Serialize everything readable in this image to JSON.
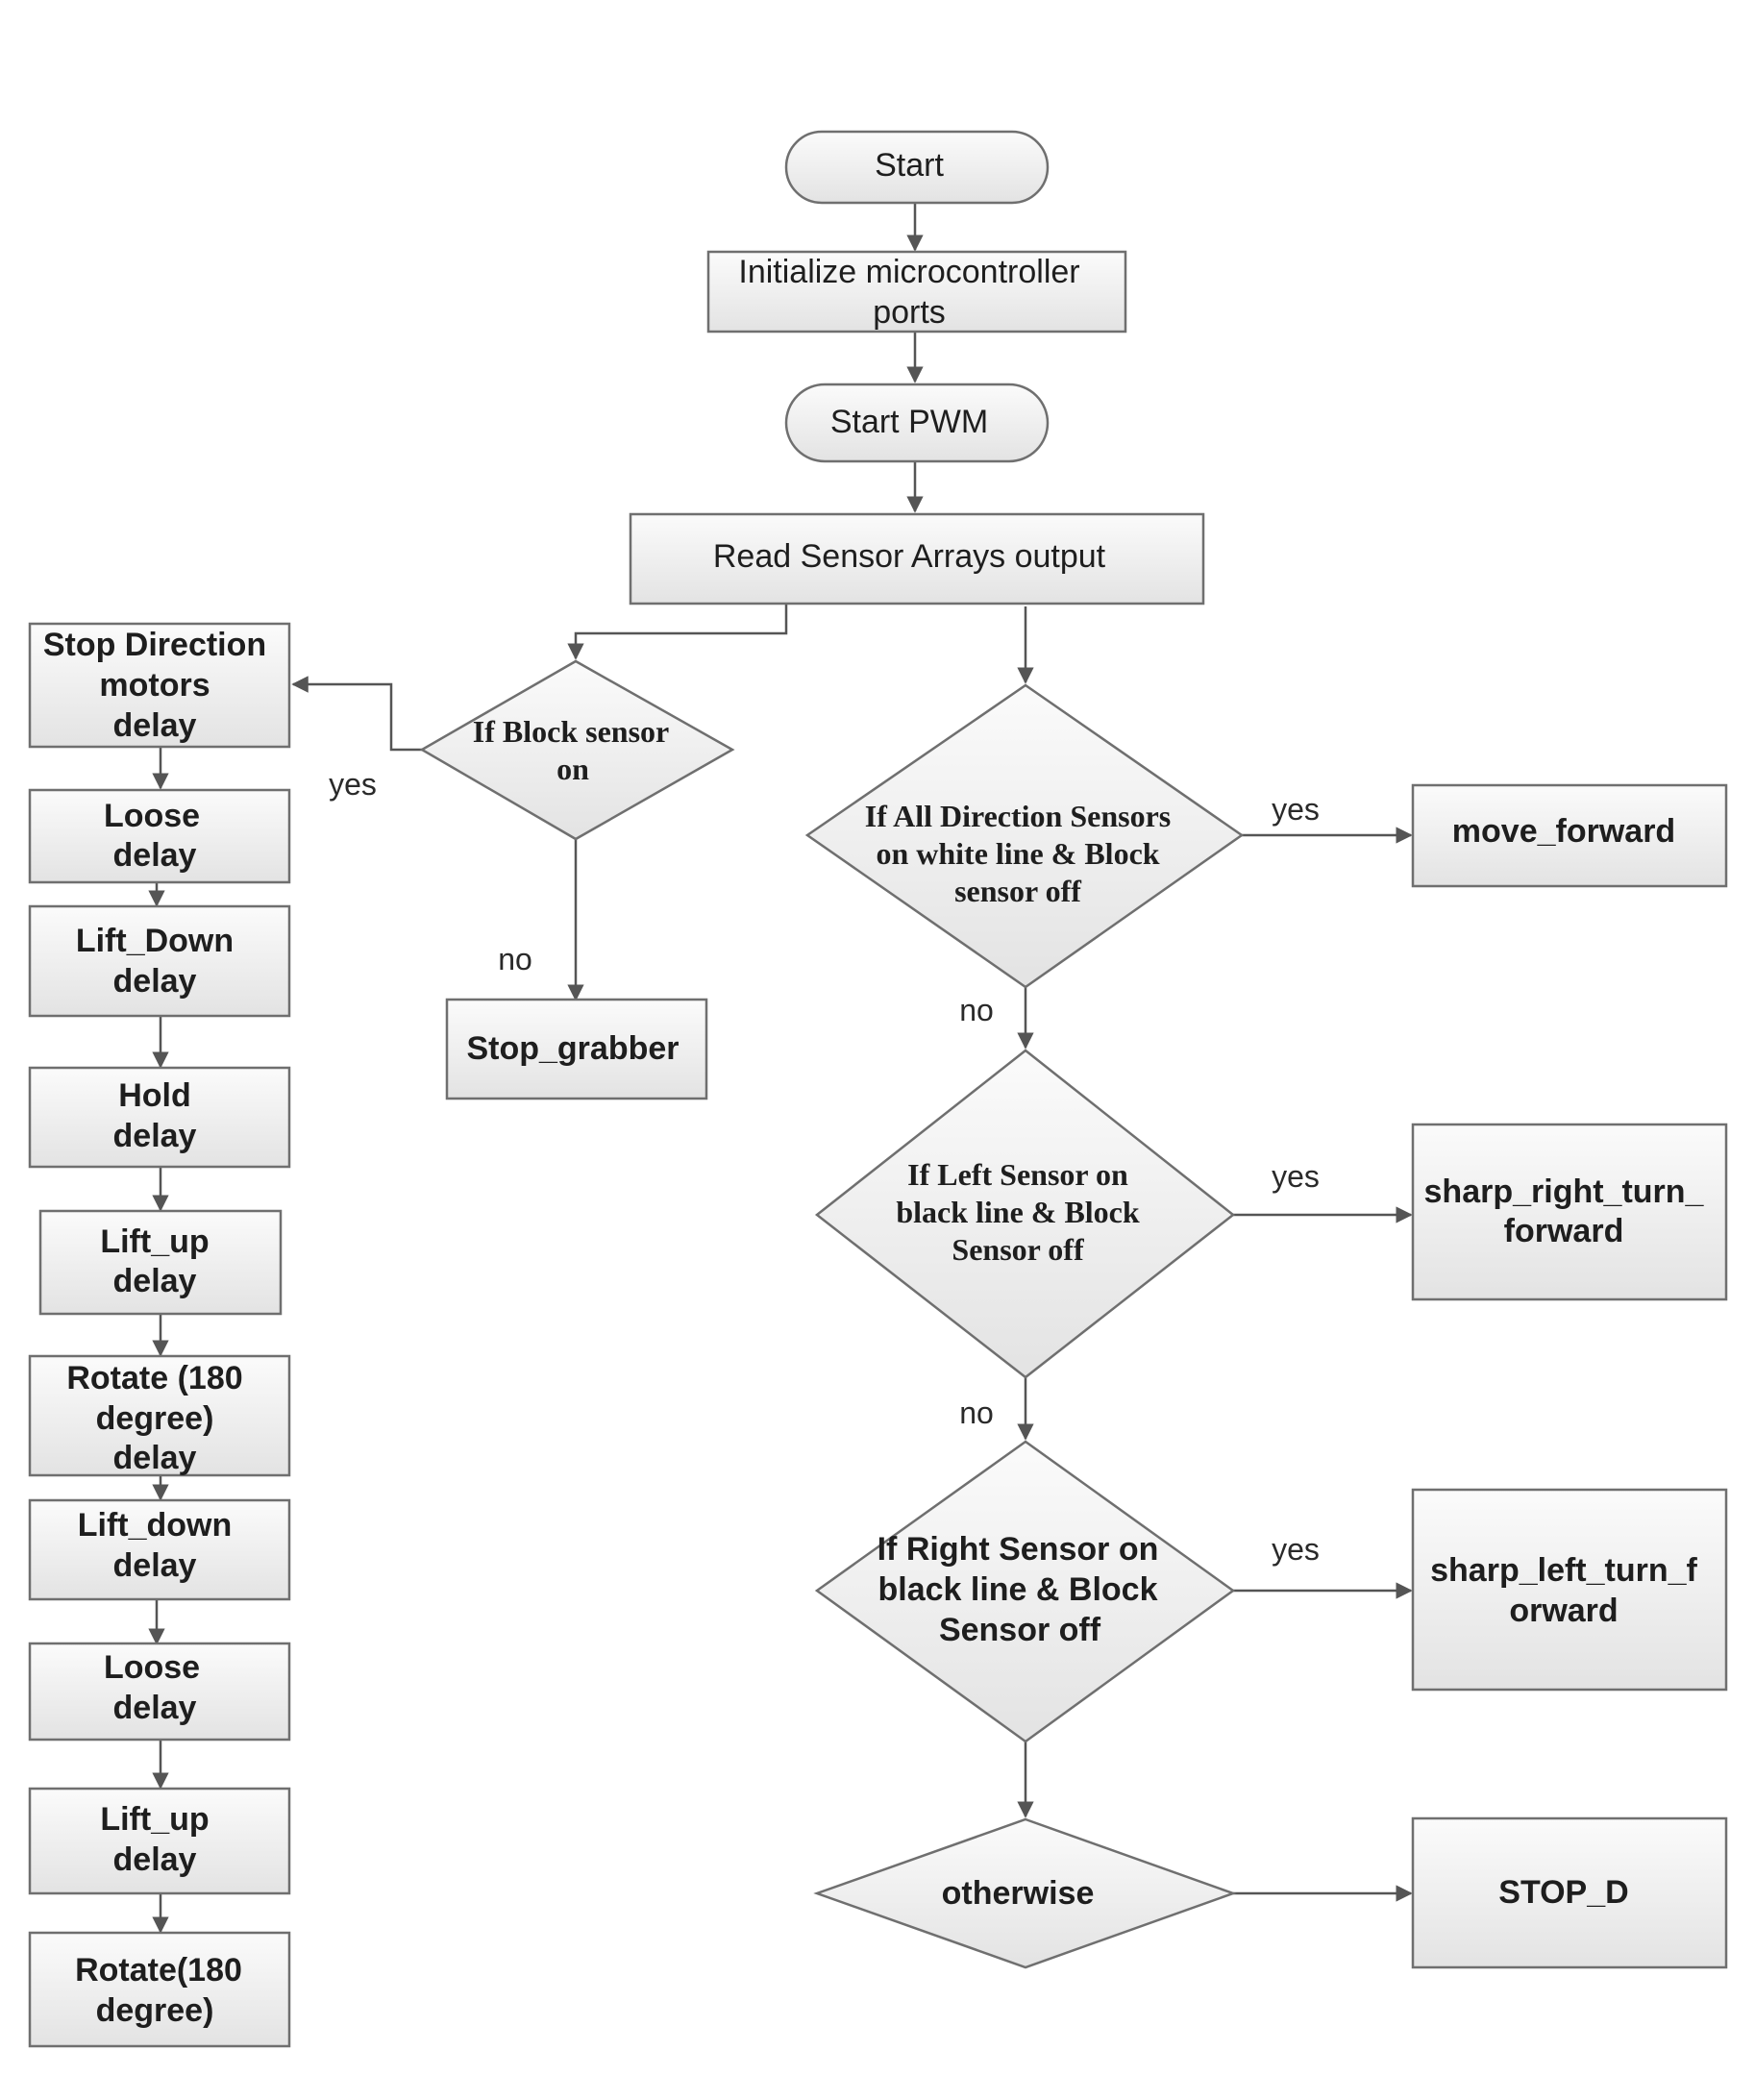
{
  "main_flow": {
    "start": "Start",
    "init": [
      "Initialize microcontroller",
      "ports"
    ],
    "start_pwm": "Start PWM",
    "read_sensors": "Read Sensor Arrays output"
  },
  "block_branch": {
    "decision": [
      "If Block sensor",
      "on"
    ],
    "yes_label": "yes",
    "no_label": "no",
    "no_action": "Stop_grabber",
    "sequence": [
      [
        "Stop Direction",
        "motors",
        "delay"
      ],
      [
        "Loose",
        "delay"
      ],
      [
        "Lift_Down",
        "delay"
      ],
      [
        "Hold",
        "delay"
      ],
      [
        "Lift_up",
        "delay"
      ],
      [
        "Rotate (180",
        "degree)",
        "delay"
      ],
      [
        "Lift_down",
        "delay"
      ],
      [
        "Loose",
        "delay"
      ],
      [
        "Lift_up",
        "delay"
      ],
      [
        "Rotate(180",
        "degree)"
      ]
    ]
  },
  "direction_branch": {
    "decision_1": [
      "If All Direction Sensors",
      "on white line & Block",
      "sensor off"
    ],
    "action_1": [
      "move_forward"
    ],
    "decision_2": [
      "If Left Sensor on",
      "black line & Block",
      "Sensor off"
    ],
    "action_2": [
      "sharp_right_turn_",
      "forward"
    ],
    "decision_3": [
      "If Right Sensor on",
      "black line & Block",
      "Sensor off"
    ],
    "action_3": [
      "sharp_left_turn_f",
      "orward"
    ],
    "decision_4": [
      "otherwise"
    ],
    "action_4": [
      "STOP_D"
    ],
    "yes_label": "yes",
    "no_label": "no"
  }
}
